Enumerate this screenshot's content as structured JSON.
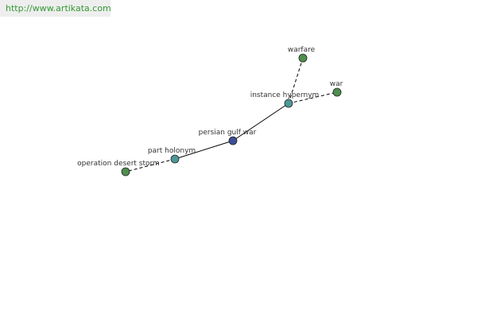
{
  "header": {
    "url": "http://www.artikata.com"
  },
  "graph": {
    "colors": {
      "center": "#3c4e95",
      "relation": "#4e9797",
      "term": "#4e8f4e",
      "node_stroke": "#222222",
      "edge": "#000000"
    },
    "nodes": [
      {
        "id": "persian-gulf-war",
        "label": "persian gulf war",
        "kind": "center"
      },
      {
        "id": "instance-hypernym",
        "label": "instance hypernym",
        "kind": "relation"
      },
      {
        "id": "part-holonym",
        "label": "part holonym",
        "kind": "relation"
      },
      {
        "id": "warfare",
        "label": "warfare",
        "kind": "term"
      },
      {
        "id": "war",
        "label": "war",
        "kind": "term"
      },
      {
        "id": "operation-desert-storm",
        "label": "operation desert storm",
        "kind": "term"
      }
    ],
    "edges": [
      {
        "from": "persian-gulf-war",
        "to": "instance-hypernym",
        "style": "solid"
      },
      {
        "from": "persian-gulf-war",
        "to": "part-holonym",
        "style": "solid"
      },
      {
        "from": "instance-hypernym",
        "to": "warfare",
        "style": "dashed"
      },
      {
        "from": "instance-hypernym",
        "to": "war",
        "style": "dashed"
      },
      {
        "from": "part-holonym",
        "to": "operation-desert-storm",
        "style": "dashed"
      }
    ]
  }
}
